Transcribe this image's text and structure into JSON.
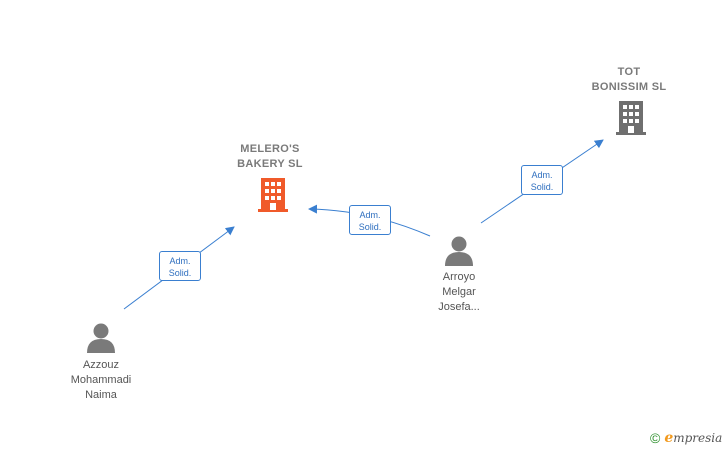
{
  "nodes": {
    "melero": {
      "label": "MELERO'S\nBAKERY  SL",
      "color": "#f05a2a",
      "icon": "building-icon"
    },
    "tot": {
      "label": "TOT\nBONISSIM  SL",
      "color": "#6f6f6f",
      "icon": "building-icon"
    },
    "arroyo": {
      "label": "Arroyo\nMelgar\nJosefa...",
      "color": "#7a7a7a",
      "icon": "person-icon"
    },
    "azzouz": {
      "label": "Azzouz\nMohammadi\nNaima",
      "color": "#7a7a7a",
      "icon": "person-icon"
    }
  },
  "edges": {
    "azzouz_melero": {
      "label": "Adm.\nSolid."
    },
    "arroyo_melero": {
      "label": "Adm.\nSolid."
    },
    "arroyo_tot": {
      "label": "Adm.\nSolid."
    }
  },
  "colors": {
    "edge": "#3a7fd0",
    "brand": "#2c8f2c"
  },
  "brand": {
    "copyright": "©",
    "e": "e",
    "name": "mpresia"
  }
}
